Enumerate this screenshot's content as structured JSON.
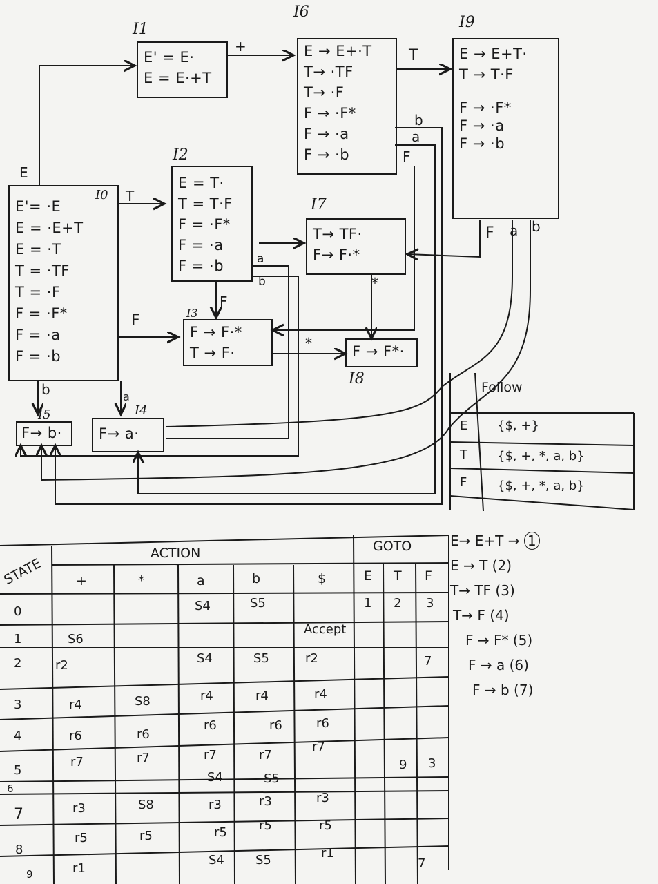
{
  "states": {
    "I0": {
      "label": "I0",
      "items": [
        "E'= ·E",
        "E = ·E+T",
        "E = ·T",
        "T = ·TF",
        "T = ·F",
        "F = ·F*",
        "F = ·a",
        "F = ·b"
      ]
    },
    "I1": {
      "label": "I1",
      "items": [
        "E' = E·",
        "E = E·+T"
      ]
    },
    "I2": {
      "label": "I2",
      "items": [
        "E = T·",
        "T = T·F",
        "F = ·F*",
        "F = ·a",
        "F = ·b"
      ]
    },
    "I3": {
      "label": "I3",
      "items": [
        "F → F·*",
        "T → F·"
      ]
    },
    "I4": {
      "label": "I4",
      "items": [
        "F→ a·"
      ]
    },
    "I5": {
      "label": "I5",
      "items": [
        "F→ b·"
      ]
    },
    "I6": {
      "label": "I6",
      "items": [
        "E → E+·T",
        "T→ ·TF",
        "T→ ·F",
        "F → ·F*",
        "F → ·a",
        "F → ·b"
      ]
    },
    "I7": {
      "label": "I7",
      "items": [
        "T→ TF·",
        "F→ F·*"
      ]
    },
    "I8": {
      "label": "I8",
      "items": [
        "F → F*·"
      ]
    },
    "I9": {
      "label": "I9",
      "items": [
        "E → E+T·",
        "T → T·F",
        "F → ·F*",
        "F → ·a",
        "F → ·b"
      ]
    }
  },
  "edge_labels": {
    "e0_1": "E",
    "e1_6": "+",
    "e6_9": "T",
    "e0_2": "T",
    "e0_3": "F",
    "e0_5": "b",
    "e0_4": "a",
    "e2_3": "F",
    "e2_4": "a",
    "e2_5": "b",
    "e3_8": "*",
    "e7_8": "*",
    "e6_b": "b",
    "e6_a": "a",
    "e6_F": "F",
    "e9_F": "F",
    "e9_a": "a",
    "e9_b": "b"
  },
  "follow": {
    "header": "Follow",
    "rows": [
      {
        "sym": "E",
        "set": "{$, +}"
      },
      {
        "sym": "T",
        "set": "{$, +, *, a, b}"
      },
      {
        "sym": "F",
        "set": "{$, +, *, a, b}"
      }
    ]
  },
  "table": {
    "state_header": "STATE",
    "action_header": "ACTION",
    "goto_header": "GOTO",
    "action_cols": [
      "+",
      "*",
      "a",
      "b",
      "$"
    ],
    "goto_cols": [
      "E",
      "T",
      "F"
    ],
    "rows": [
      {
        "state": "0",
        "cells": [
          "",
          "",
          "S4",
          "S5",
          "",
          "1",
          "2",
          "3"
        ]
      },
      {
        "state": "1",
        "cells": [
          "S6",
          "",
          "",
          "",
          "Accept",
          "",
          "",
          ""
        ]
      },
      {
        "state": "2",
        "cells": [
          "r2",
          "",
          "S4",
          "S5",
          "r2",
          "",
          "",
          "7"
        ]
      },
      {
        "state": "3",
        "cells": [
          "r4",
          "S8",
          "r4",
          "r4",
          "r4",
          "",
          "",
          ""
        ]
      },
      {
        "state": "4",
        "cells": [
          "r6",
          "r6",
          "r6",
          "r6",
          "r6",
          "",
          "",
          ""
        ]
      },
      {
        "state": "5",
        "cells": [
          "r7",
          "r7",
          "r7",
          "r7",
          "r7",
          "",
          "9",
          "3"
        ]
      },
      {
        "state": "6",
        "cells": [
          "",
          "",
          "S4",
          "S5",
          "",
          "",
          "",
          ""
        ]
      },
      {
        "state": "7",
        "cells": [
          "r3",
          "S8",
          "r3",
          "r3",
          "r3",
          "",
          "",
          ""
        ]
      },
      {
        "state": "8",
        "cells": [
          "r5",
          "r5",
          "r5",
          "r5",
          "r5",
          "",
          "",
          ""
        ]
      },
      {
        "state": "9",
        "cells": [
          "r1",
          "",
          "S4",
          "S5",
          "r1",
          "",
          "",
          "7"
        ]
      }
    ]
  },
  "productions": [
    {
      "text": "E→ E+T →",
      "num": "1"
    },
    {
      "text": "E → T",
      "num": "2"
    },
    {
      "text": "T→ TF",
      "num": "3"
    },
    {
      "text": "T→ F",
      "num": "4"
    },
    {
      "text": "F → F*",
      "num": "5"
    },
    {
      "text": "F → a",
      "num": "6"
    },
    {
      "text": "F → b",
      "num": "7"
    }
  ]
}
